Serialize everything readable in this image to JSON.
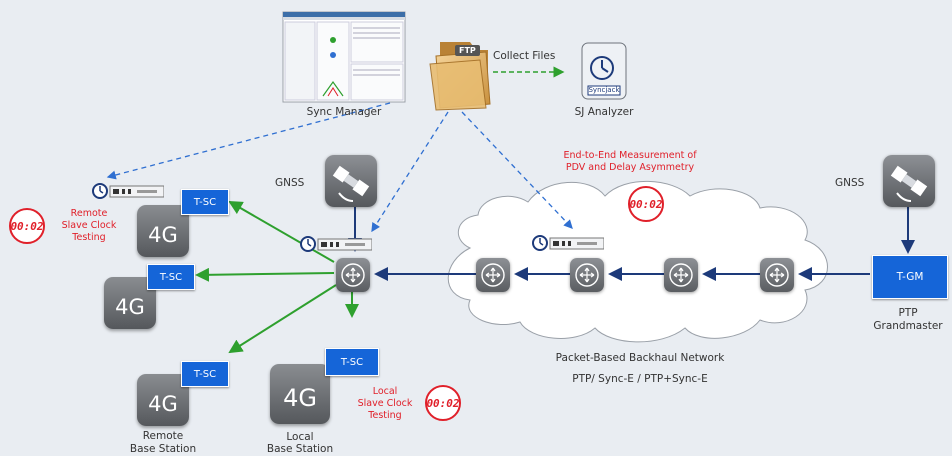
{
  "labels": {
    "sync_manager": "Sync Manager",
    "collect_files": "Collect Files",
    "ftp": "FTP",
    "sj_analyzer": "SJ Analyzer",
    "syncjack": "Syncjack",
    "gnss_center": "GNSS",
    "gnss_right": "GNSS",
    "e2e_line1": "End-to-End Measurement of",
    "e2e_line2": "PDV and Delay Asymmetry",
    "remote_test_1": "Remote",
    "remote_test_2": "Slave Clock",
    "remote_test_3": "Testing",
    "local_test_1": "Local",
    "local_test_2": "Slave Clock",
    "local_test_3": "Testing",
    "remote_bs_1": "Remote",
    "remote_bs_2": "Base Station",
    "local_bs_1": "Local",
    "local_bs_2": "Base Station",
    "ptp_1": "PTP",
    "ptp_2": "Grandmaster",
    "network_1": "Packet-Based Backhaul Network",
    "network_2": "PTP/ Sync-E / PTP+Sync-E"
  },
  "boxes": {
    "tsc": "T-SC",
    "tgm": "T-GM"
  },
  "timers": {
    "value": "00:02"
  },
  "tiles": {
    "fourg": "4G"
  },
  "colors": {
    "blue_box": "#1565d8",
    "green_link": "#2ea02e",
    "navy_link": "#1d3a7a",
    "dashed_link": "#2f6fd1",
    "red_text": "#e0202a"
  }
}
